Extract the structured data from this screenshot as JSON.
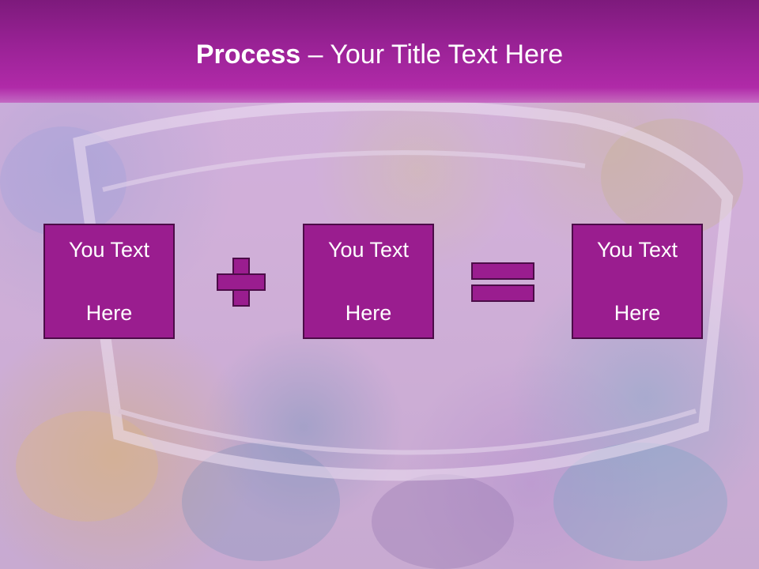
{
  "title": {
    "bold": "Process",
    "rest": " – Your Title Text Here"
  },
  "boxes": [
    {
      "line1": "You Text",
      "line2": "Here"
    },
    {
      "line1": "You Text",
      "line2": "Here"
    },
    {
      "line1": "You Text",
      "line2": "Here"
    }
  ],
  "operators": {
    "plus": "plus-icon",
    "equals": "equals-icon"
  },
  "colors": {
    "header": "#9a2296",
    "box_fill": "#9a1d8f",
    "box_border": "#4c0c48",
    "text": "#ffffff"
  }
}
